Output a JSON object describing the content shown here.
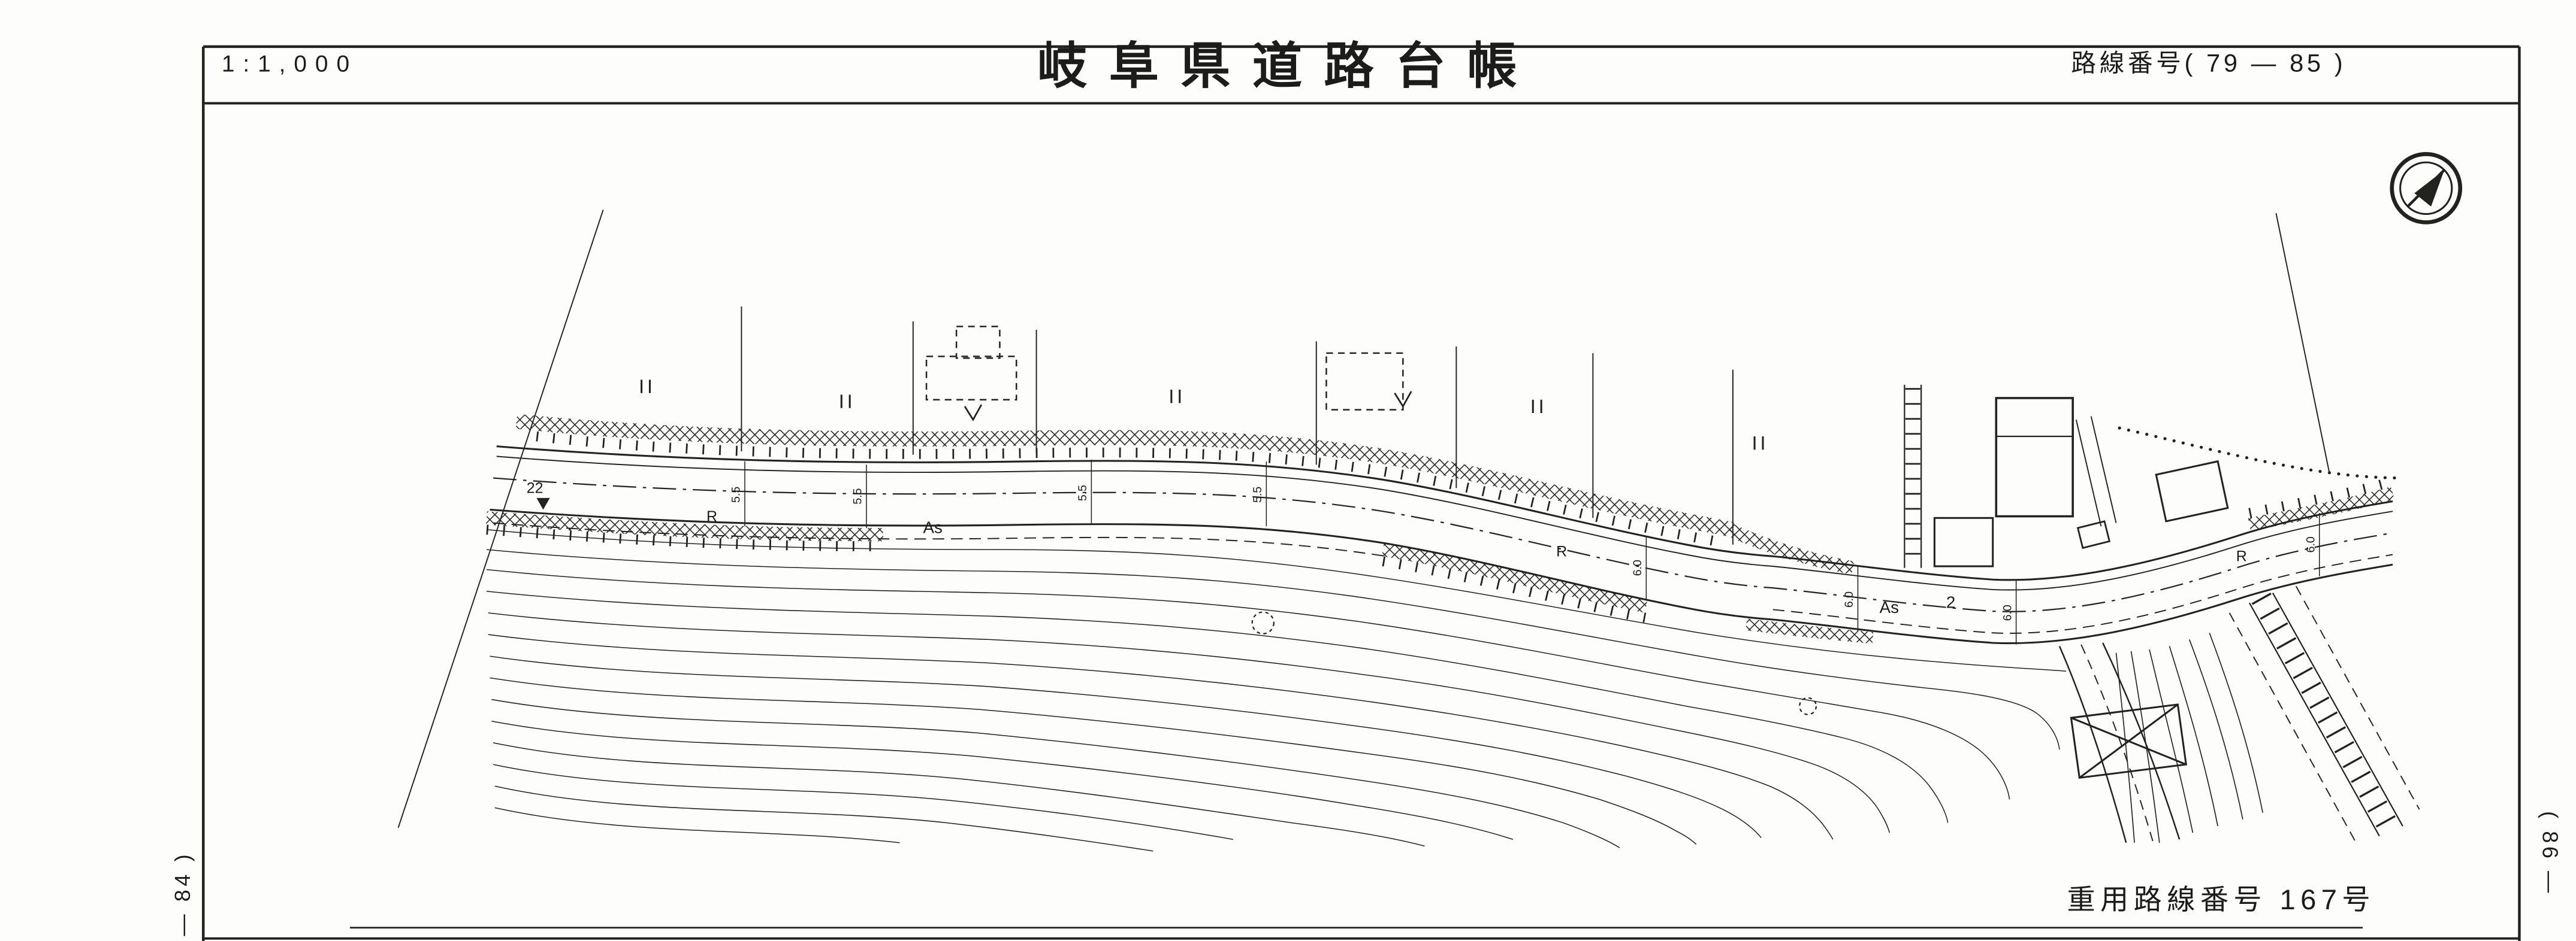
{
  "header": {
    "scale_label": "1:1,000",
    "title": "岐阜県道路台帳",
    "route_number": "路線番号( 79 — 85 )"
  },
  "sheet_joins": {
    "left": "— 84 )",
    "right": "( 86 —"
  },
  "footer": {
    "overlap_route_label": "重用路線番号 167号"
  },
  "map": {
    "station_label": "22",
    "curve_labels": [
      "R",
      "R",
      "R"
    ],
    "surface_labels": {
      "left": "As",
      "right": "As",
      "right_number": "2"
    },
    "width_labels": [
      "5.5",
      "5.5",
      "5.5",
      "5.5",
      "6.0",
      "6.0",
      "6.0",
      "6.0"
    ],
    "icons": {
      "north_arrow": "north-arrow-icon"
    },
    "colors": {
      "ink": "#1c1c1a",
      "paper": "#fdfdfb"
    }
  }
}
